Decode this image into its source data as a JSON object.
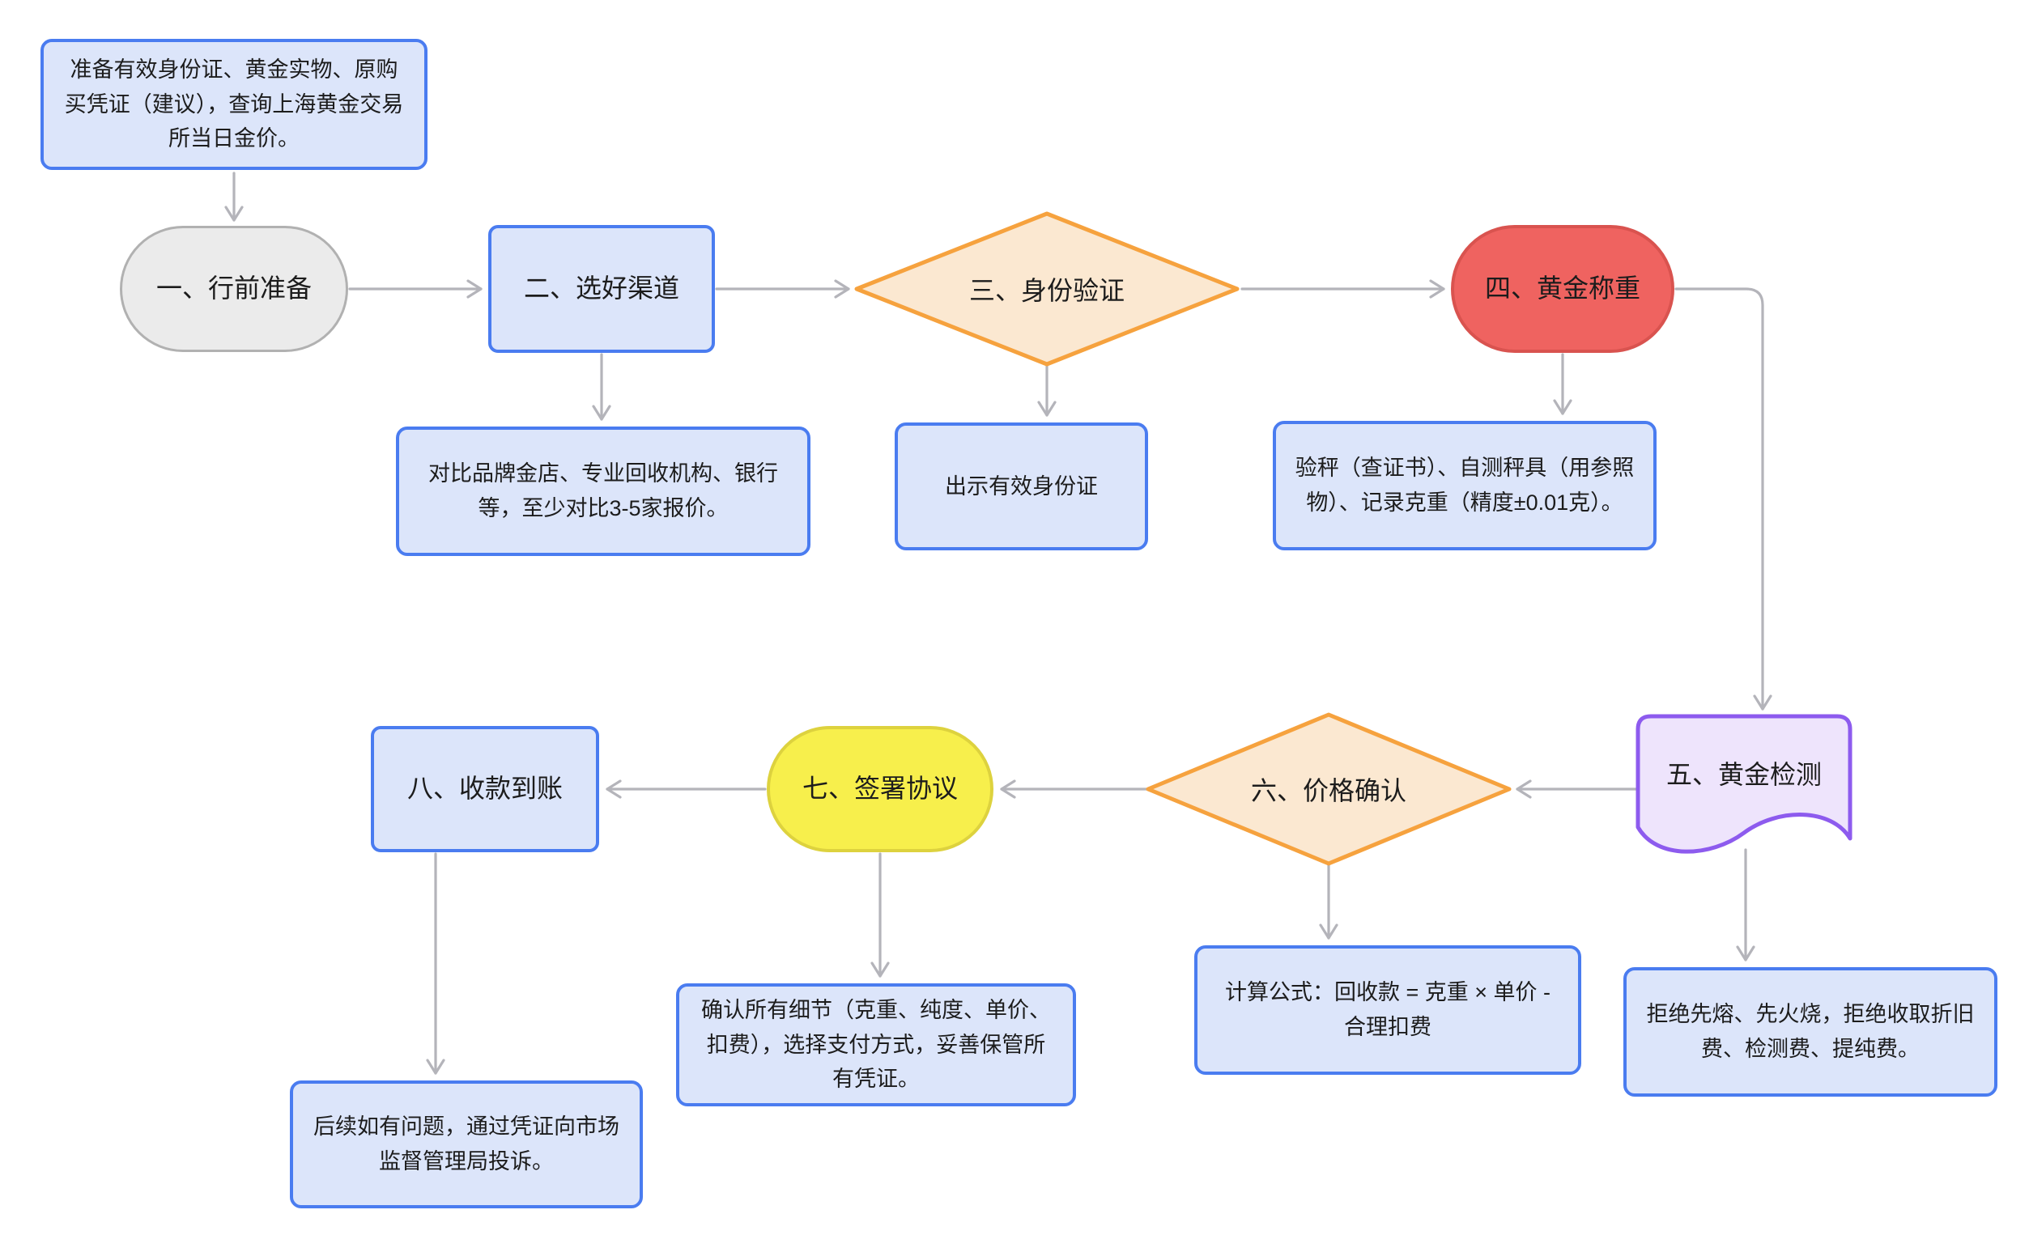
{
  "diagram_type": "flowchart",
  "nodes": {
    "prep_note": {
      "label": "准备有效身份证、黄金实物、原购买凭证（建议），查询上海黄金交易所当日金价。"
    },
    "step1": {
      "label": "一、行前准备"
    },
    "step2": {
      "label": "二、选好渠道"
    },
    "step3": {
      "label": "三、身份验证"
    },
    "step4": {
      "label": "四、黄金称重"
    },
    "step5": {
      "label": "五、黄金检测"
    },
    "step6": {
      "label": "六、价格确认"
    },
    "step7": {
      "label": "七、签署协议"
    },
    "step8": {
      "label": "八、收款到账"
    },
    "note_channels": {
      "label": "对比品牌金店、专业回收机构、银行等，至少对比3-5家报价。"
    },
    "note_identity": {
      "label": "出示有效身份证"
    },
    "note_weighing": {
      "label": "验秤（查证书）、自测秤具（用参照物）、记录克重（精度±0.01克）。"
    },
    "note_formula": {
      "label": "计算公式：回收款 = 克重 × 单价 - 合理扣费"
    },
    "note_refuse": {
      "label": "拒绝先熔、先火烧，拒绝收取折旧费、检测费、提纯费。"
    },
    "note_confirm": {
      "label": "确认所有细节（克重、纯度、单价、扣费），选择支付方式，妥善保管所有凭证。"
    },
    "note_complaint": {
      "label": "后续如有问题，通过凭证向市场监督管理局投诉。"
    }
  },
  "colors": {
    "blue_border": "#4a7cf0",
    "blue_fill": "#dce5fa",
    "gray_border": "#b1b1b1",
    "gray_fill": "#ebebeb",
    "orange_border": "#f6a23e",
    "orange_fill": "#fbe8d1",
    "red_border": "#d9534f",
    "red_fill": "#ef6360",
    "purple_border": "#8d5bee",
    "purple_fill": "#eee4fc",
    "yellow_border": "#ddd23e",
    "yellow_fill": "#f7ef4c",
    "edge": "#b4b4ba"
  }
}
